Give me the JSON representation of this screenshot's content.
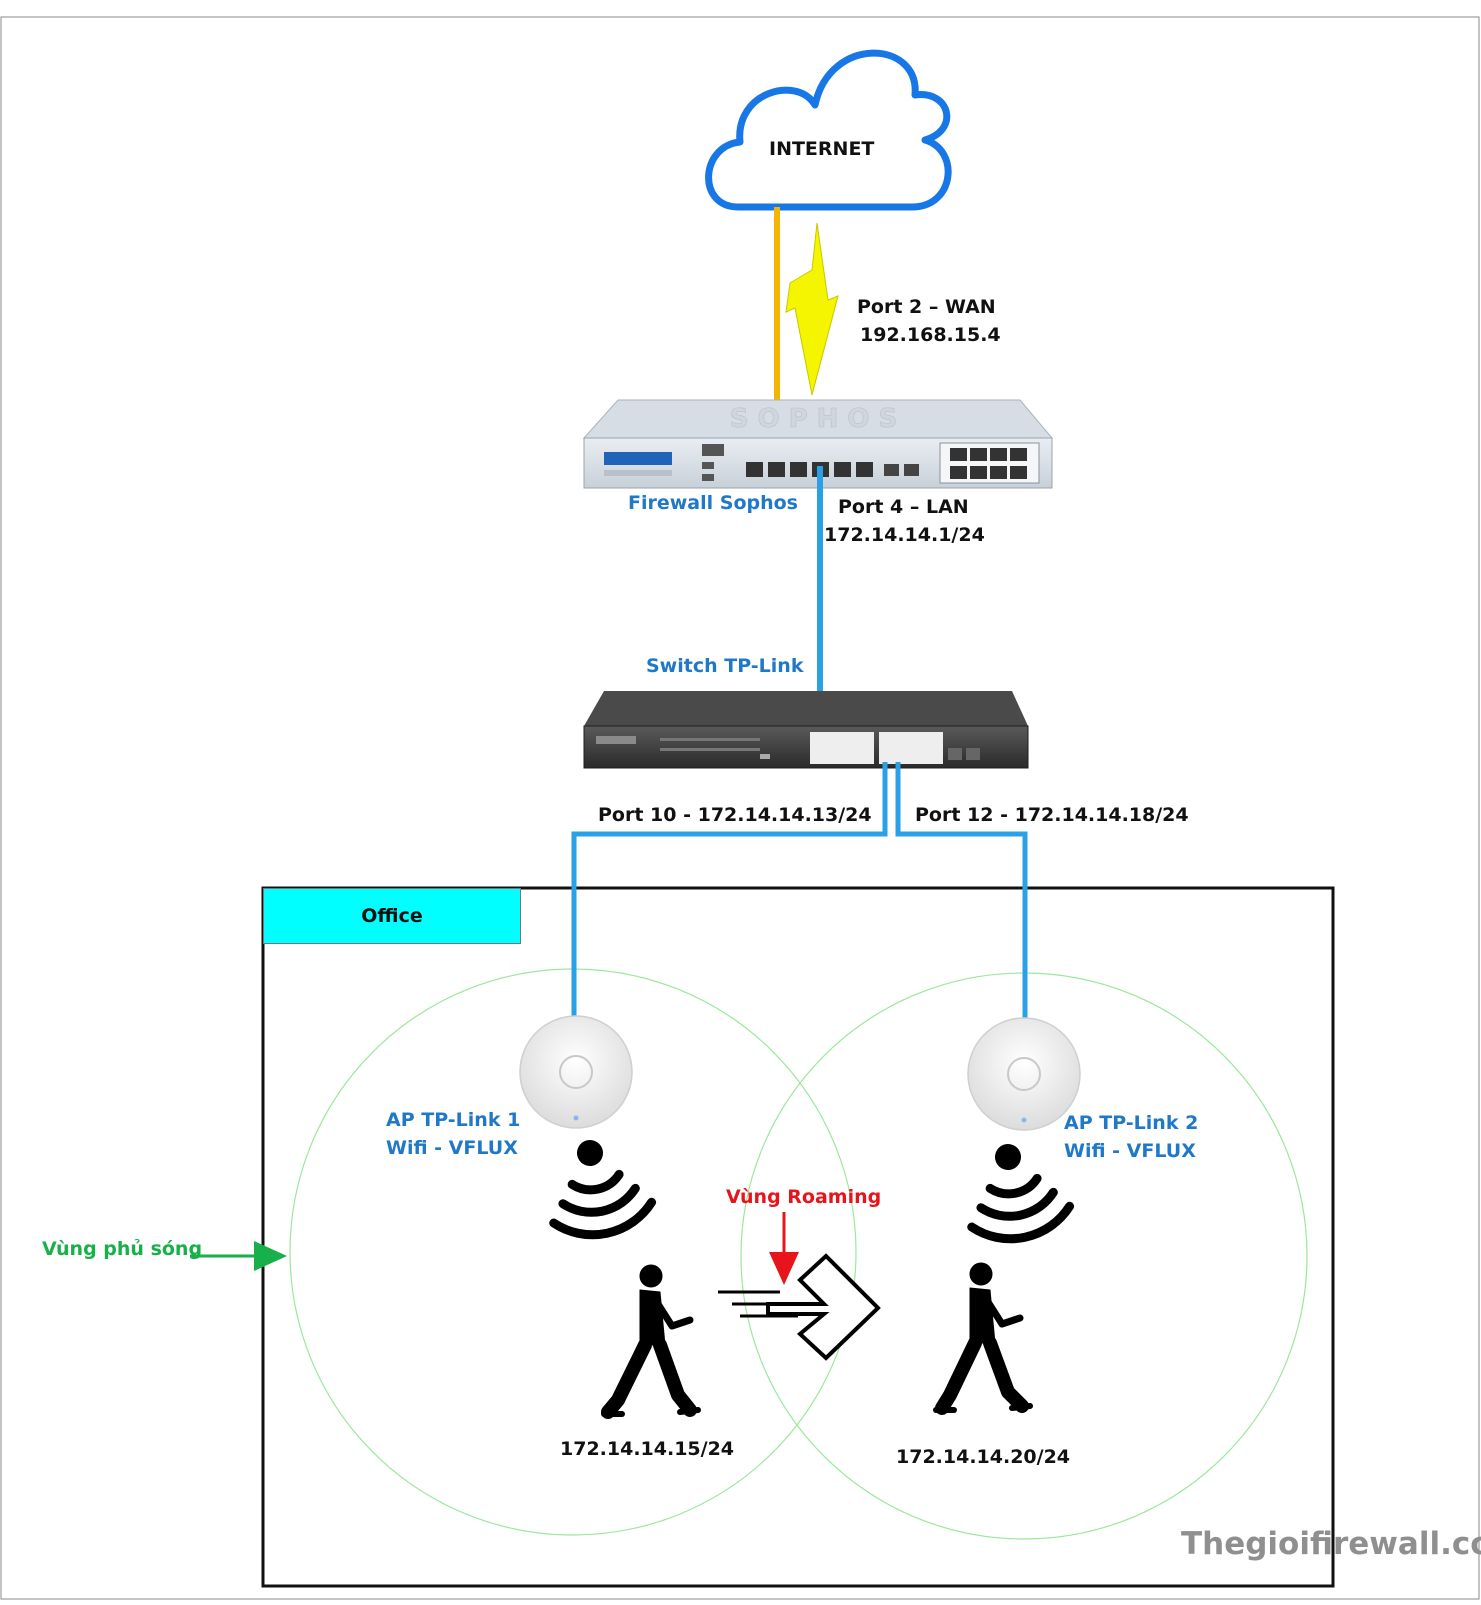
{
  "diagram": {
    "internet": {
      "label": "INTERNET"
    },
    "wan": {
      "line1": "Port 2 – WAN",
      "line2": "192.168.15.4"
    },
    "firewall": {
      "label": "Firewall Sophos",
      "brand_text": "SOPHOS"
    },
    "lan": {
      "line1": "Port 4 – LAN",
      "line2": "172.14.14.1/24"
    },
    "switch": {
      "label": "Switch TP-Link"
    },
    "port10": {
      "label": "Port 10 - 172.14.14.13/24"
    },
    "port12": {
      "label": "Port 12 - 172.14.14.18/24"
    },
    "office": {
      "label": "Office"
    },
    "ap1": {
      "line1": "AP TP-Link 1",
      "line2": "Wifi - VFLUX",
      "client_ip": "172.14.14.15/24"
    },
    "ap2": {
      "line1": "AP TP-Link 2",
      "line2": "Wifi - VFLUX",
      "client_ip": "172.14.14.20/24"
    },
    "roaming": {
      "label": "Vùng Roaming"
    },
    "coverage": {
      "label": "Vùng phủ sóng"
    },
    "watermark": "Thegioifirewall.com"
  },
  "colors": {
    "cloud": "#1877e6",
    "wan_cable": "#f5b400",
    "wireless_bolt": "#f5f500",
    "lan_cable": "#2aa0e6",
    "office_tab": "#00ffff",
    "coverage_circle": "#9be89b",
    "label_blue": "#1f78c8",
    "label_red": "#e8141c",
    "label_green": "#18b04a"
  }
}
